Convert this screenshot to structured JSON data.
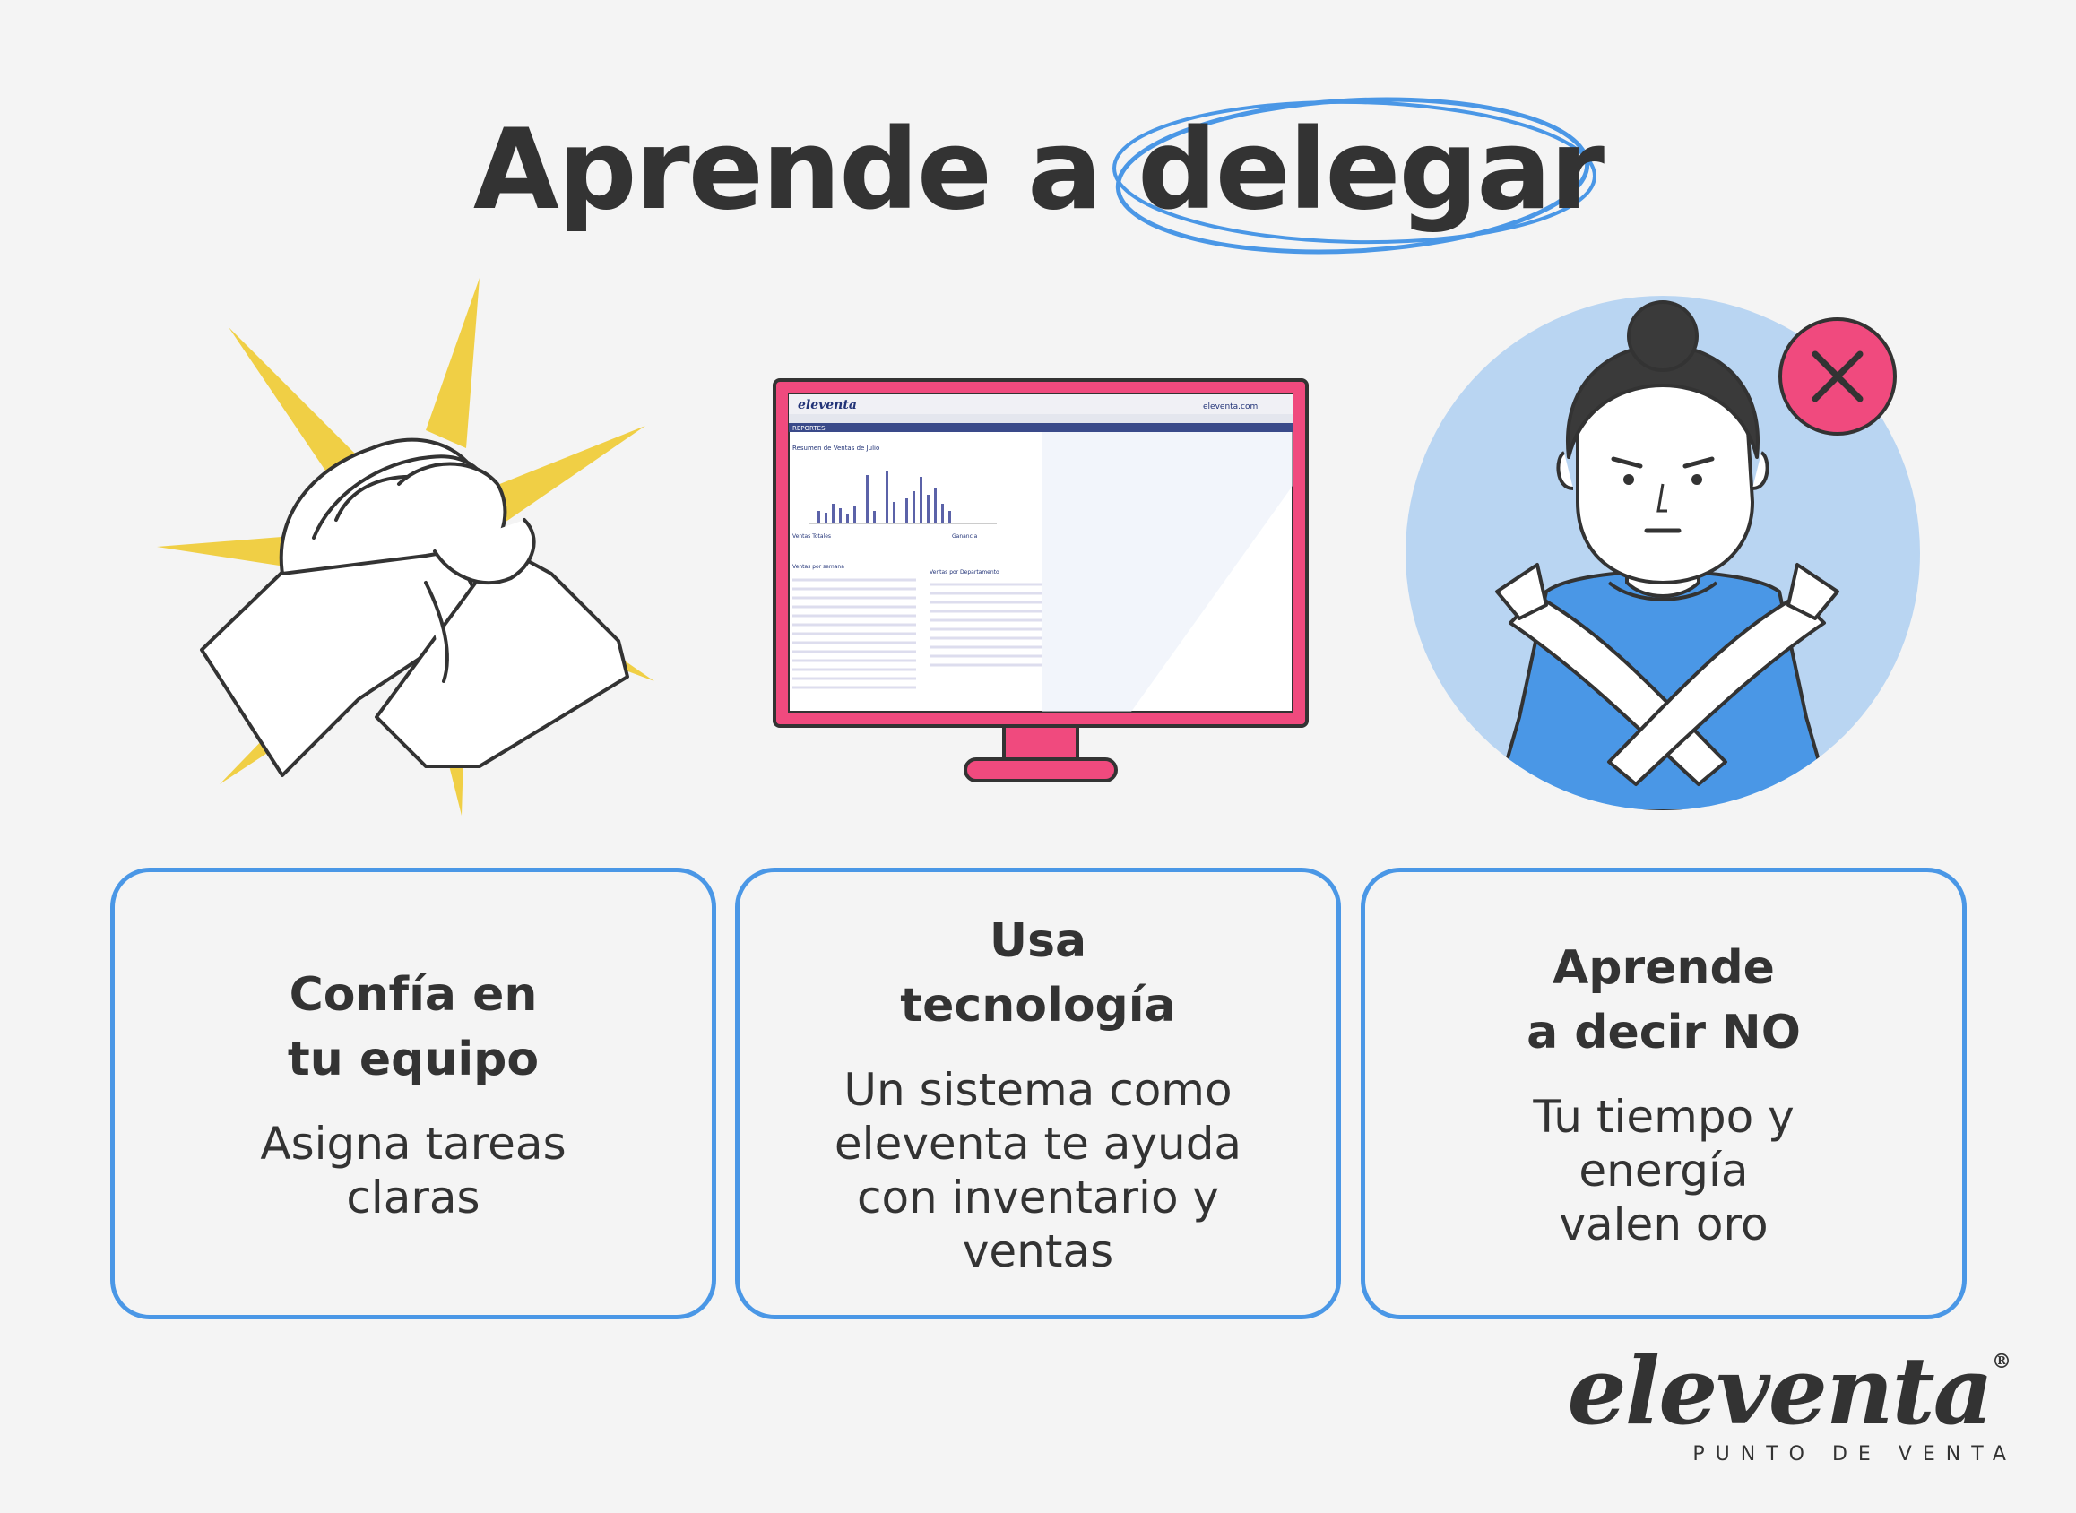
{
  "title": {
    "prefix": "Aprende a",
    "highlight": "delegar"
  },
  "cards": [
    {
      "heading_line1": "Confía en",
      "heading_line2": "tu equipo",
      "body_line1": "Asigna tareas",
      "body_line2": "claras",
      "body_line3": "",
      "body_line4": ""
    },
    {
      "heading_line1": "Usa",
      "heading_line2": "tecnología",
      "body_line1": "Un sistema como",
      "body_line2": "eleventa te ayuda",
      "body_line3": "con inventario y",
      "body_line4": "ventas"
    },
    {
      "heading_line1": "Aprende",
      "heading_line2": "a decir NO",
      "body_line1": "Tu tiempo y",
      "body_line2": "energía",
      "body_line3": "valen oro",
      "body_line4": ""
    }
  ],
  "monitor_screen": {
    "app_name": "eleventa",
    "site": "eleventa.com",
    "section": "REPORTES",
    "report_title": "Resumen de Ventas de Julio",
    "label_total": "Ventas Totales",
    "label_profit": "Ganancia",
    "label_week": "Ventas por semana",
    "label_dept": "Ventas por Departamento"
  },
  "logo": {
    "word": "eleventa",
    "registered": "®",
    "tagline": "PUNTO DE VENTA"
  },
  "colors": {
    "background": "#f4f4f4",
    "text": "#333333",
    "accent_blue": "#4a97e6",
    "light_blue": "#b9d5f2",
    "pink": "#f04a7e",
    "yellow": "#f0cf45"
  },
  "icons": [
    "handshake-icon",
    "computer-monitor-icon",
    "woman-crossed-arms-icon",
    "close-x-icon"
  ]
}
